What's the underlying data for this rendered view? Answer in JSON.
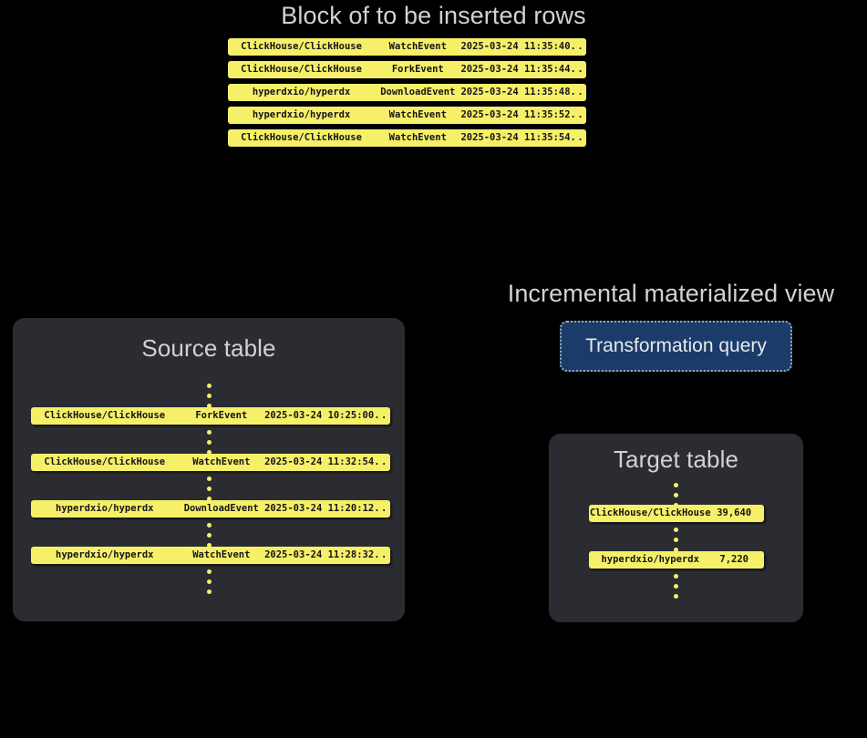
{
  "canvas": {
    "background": "#000000"
  },
  "palette": {
    "row_yellow": "#f5f068",
    "panel_gray": "#2b2c31",
    "heading_gray": "#d2d2d2",
    "query_blue": "#1b3c6b",
    "query_border": "#9aa7b5",
    "row_text": "#14141a"
  },
  "block": {
    "title": "Block of to be inserted rows",
    "rows": [
      {
        "repo": "ClickHouse/ClickHouse",
        "event": "WatchEvent",
        "time": "2025-03-24 11:35:40",
        "more": "..."
      },
      {
        "repo": "ClickHouse/ClickHouse",
        "event": "ForkEvent",
        "time": "2025-03-24 11:35:44",
        "more": "..."
      },
      {
        "repo": "hyperdxio/hyperdx",
        "event": "DownloadEvent",
        "time": "2025-03-24 11:35:48",
        "more": "..."
      },
      {
        "repo": "hyperdxio/hyperdx",
        "event": "WatchEvent",
        "time": "2025-03-24 11:35:52",
        "more": "..."
      },
      {
        "repo": "ClickHouse/ClickHouse",
        "event": "WatchEvent",
        "time": "2025-03-24 11:35:54",
        "more": "..."
      }
    ]
  },
  "source_table": {
    "title": "Source table",
    "rows": [
      {
        "repo": "ClickHouse/ClickHouse",
        "event": "ForkEvent",
        "time": "2025-03-24 10:25:00",
        "more": "..."
      },
      {
        "repo": "ClickHouse/ClickHouse",
        "event": "WatchEvent",
        "time": "2025-03-24 11:32:54",
        "more": "..."
      },
      {
        "repo": "hyperdxio/hyperdx",
        "event": "DownloadEvent",
        "time": "2025-03-24 11:20:12",
        "more": "..."
      },
      {
        "repo": "hyperdxio/hyperdx",
        "event": "WatchEvent",
        "time": "2025-03-24 11:28:32",
        "more": "..."
      }
    ]
  },
  "materialized_view": {
    "title": "Incremental materialized view",
    "query_label": "Transformation query"
  },
  "target_table": {
    "title": "Target table",
    "rows": [
      {
        "repo": "ClickHouse/ClickHouse",
        "count": "39,640"
      },
      {
        "repo": "hyperdxio/hyperdx",
        "count": "7,220"
      }
    ]
  }
}
